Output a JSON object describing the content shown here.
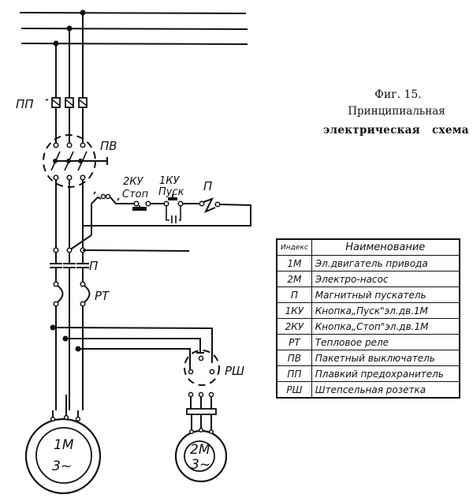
{
  "figure": {
    "number_label": "Фиг. 15.",
    "title_line1": "Принципиальная",
    "title_line2": "электрическая   схема"
  },
  "diagram_labels": {
    "fuses": "ПП",
    "packet_switch": "ПВ",
    "stop_button_id": "2КУ",
    "stop_button_name": "Стоп",
    "start_button_id": "1КУ",
    "start_button_name": "Пуск",
    "starter_coil": "П",
    "starter_contacts": "П",
    "thermal_relay": "РТ",
    "plug_socket": "РШ",
    "motor1_id": "1М",
    "motor1_phase": "3~",
    "motor2_id": "2М",
    "motor2_phase": "3~"
  },
  "legend": {
    "header_index": "Индекс",
    "header_name": "Наименование",
    "rows": [
      {
        "index": "1М",
        "name": "Эл.двигатель привода"
      },
      {
        "index": "2М",
        "name": "Электро-насос"
      },
      {
        "index": "П",
        "name": "Магнитный пускатель"
      },
      {
        "index": "1КУ",
        "name": "Кнопка„Пуск\"эл.дв.1М"
      },
      {
        "index": "2КУ",
        "name": "Кнопка„Стоп\"эл.дв.1М"
      },
      {
        "index": "РТ",
        "name": "Тепловое реле"
      },
      {
        "index": "ПВ",
        "name": "Пакетный выключатель"
      },
      {
        "index": "ПП",
        "name": "Плавкий предохранитель"
      },
      {
        "index": "РШ",
        "name": "Штепсельная розетка"
      }
    ]
  }
}
